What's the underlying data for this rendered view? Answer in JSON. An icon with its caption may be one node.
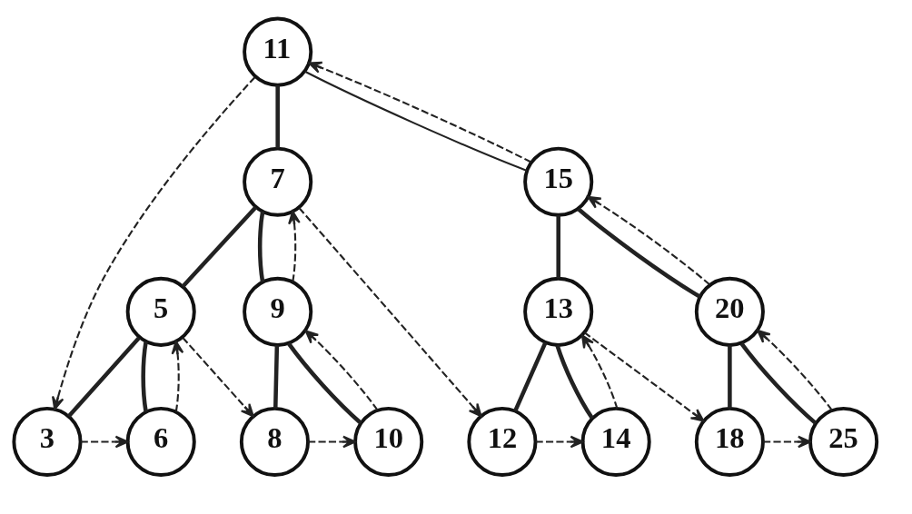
{
  "diagram": {
    "nodes": [
      {
        "text": [
          "11"
        ]
      },
      {
        "text": [
          "7"
        ]
      },
      {
        "text": [
          "15"
        ]
      },
      {
        "text": [
          "5"
        ]
      },
      {
        "text": [
          "9"
        ]
      },
      {
        "text": [
          "13"
        ]
      },
      {
        "text": [
          "20"
        ]
      },
      {
        "text": [
          "3"
        ]
      },
      {
        "text": [
          "6"
        ]
      },
      {
        "text": [
          "8"
        ]
      },
      {
        "text": [
          "10"
        ]
      },
      {
        "text": [
          "12"
        ]
      },
      {
        "text": [
          "14"
        ]
      },
      {
        "text": [
          "18"
        ]
      },
      {
        "text": [
          "25"
        ]
      }
    ],
    "edges": [
      {
        "from": 0,
        "to": 7,
        "arrow": "to",
        "style": "dashed"
      },
      {
        "from": 0,
        "to": 1,
        "arrow": "none",
        "style": "thick"
      },
      {
        "from": 0,
        "to": 2,
        "arrow": "none"
      },
      {
        "from": 1,
        "to": 3,
        "arrow": "none",
        "style": "thick"
      },
      {
        "from": 1,
        "to": 4,
        "arrow": "none",
        "style": "thick"
      },
      {
        "from": 2,
        "to": 5,
        "arrow": "none",
        "style": "thick"
      },
      {
        "from": 2,
        "to": 6,
        "arrow": "none",
        "style": "thick"
      },
      {
        "from": 3,
        "to": 7,
        "arrow": "none",
        "style": "thick"
      },
      {
        "from": 3,
        "to": 8,
        "arrow": "none",
        "style": "thick"
      },
      {
        "from": 4,
        "to": 9,
        "arrow": "none",
        "style": "thick"
      },
      {
        "from": 4,
        "to": 10,
        "arrow": "none",
        "style": "thick"
      },
      {
        "from": 5,
        "to": 11,
        "arrow": "none",
        "style": "thick"
      },
      {
        "from": 5,
        "to": 12,
        "arrow": "none",
        "style": "thick"
      },
      {
        "from": 6,
        "to": 13,
        "arrow": "none",
        "style": "thick"
      },
      {
        "from": 6,
        "to": 14,
        "arrow": "none",
        "style": "thick"
      },
      {
        "from": 7,
        "to": 8,
        "arrow": "to",
        "style": "dashed"
      },
      {
        "from": 8,
        "to": 3,
        "arrow": "to",
        "style": "dashed"
      },
      {
        "from": 3,
        "to": 9,
        "arrow": "to",
        "style": "dashed"
      },
      {
        "from": 9,
        "to": 10,
        "arrow": "to",
        "style": "dashed"
      },
      {
        "from": 10,
        "to": 4,
        "arrow": "to",
        "style": "dashed"
      },
      {
        "from": 4,
        "to": 1,
        "arrow": "to",
        "style": "dashed"
      },
      {
        "from": 1,
        "to": 11,
        "arrow": "to",
        "style": "dashed"
      },
      {
        "from": 11,
        "to": 12,
        "arrow": "to",
        "style": "dashed"
      },
      {
        "from": 12,
        "to": 5,
        "arrow": "to",
        "style": "dashed"
      },
      {
        "from": 5,
        "to": 13,
        "arrow": "to",
        "style": "dashed"
      },
      {
        "from": 13,
        "to": 14,
        "arrow": "to",
        "style": "dashed"
      },
      {
        "from": 14,
        "to": 6,
        "arrow": "to",
        "style": "dashed"
      },
      {
        "from": 6,
        "to": 2,
        "arrow": "to",
        "style": "dashed"
      },
      {
        "from": 2,
        "to": 0,
        "arrow": "to",
        "style": "dashed"
      }
    ]
  }
}
